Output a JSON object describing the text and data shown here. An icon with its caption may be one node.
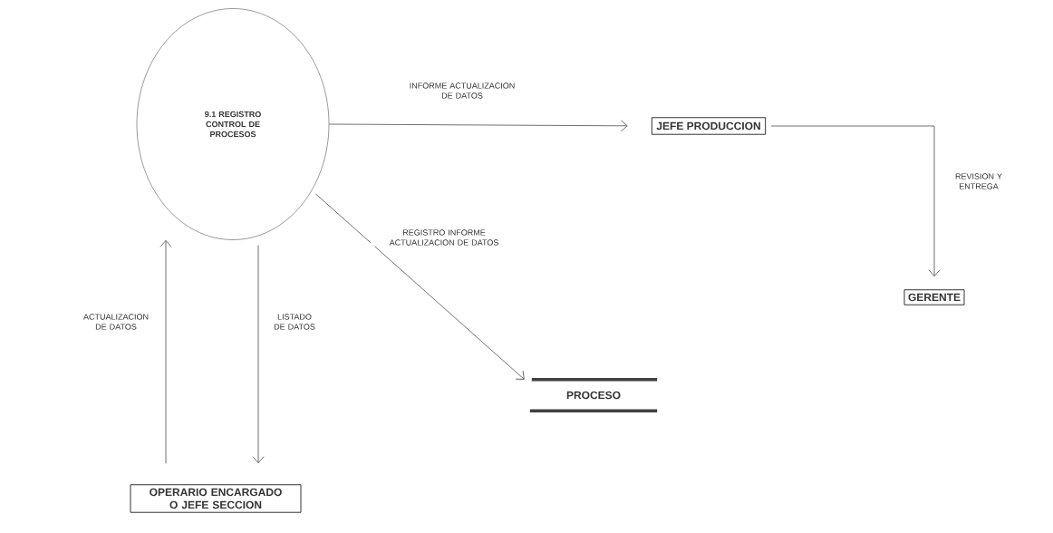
{
  "diagram": {
    "nodes": [
      {
        "text": [
          "9.1 REGISTRO CONTROL DE PROCESOS"
        ]
      },
      {
        "text": [
          "JEFE PRODUCCION"
        ]
      },
      {
        "text": [
          "GERENTE"
        ]
      },
      {
        "text": [
          "PROCESO"
        ]
      },
      {
        "text": [
          "OPERARIO ENCARGADO O JEFE SECCION"
        ]
      }
    ],
    "edges": [
      {
        "from": 0,
        "to": 1,
        "arrow": "to",
        "label": "INFORME ACTUALIZACION DE DATOS"
      },
      {
        "from": 1,
        "to": 2,
        "arrow": "to",
        "label": "REVISION Y ENTREGA"
      },
      {
        "from": 0,
        "to": 3,
        "arrow": "to",
        "label": "REGISTRO INFORME ACTUALIZACION DE DATOS"
      },
      {
        "from": 4,
        "to": 0,
        "arrow": "to",
        "label": "ACTUALIZACION DE DATOS"
      },
      {
        "from": 0,
        "to": 4,
        "arrow": "to",
        "label": "LISTADO DE DATOS"
      }
    ]
  }
}
